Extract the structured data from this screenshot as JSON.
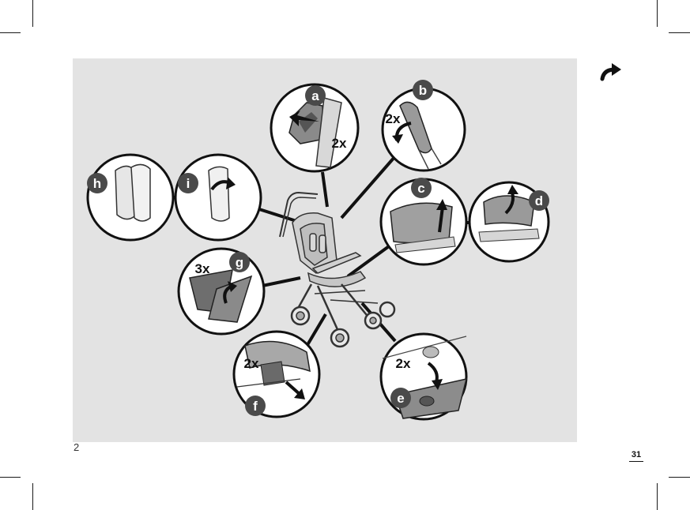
{
  "figure": {
    "number": "2"
  },
  "page": {
    "number": "31"
  },
  "next_page_icon": "curved-right-arrow-icon",
  "steps": [
    {
      "id": "a",
      "label": "a",
      "count": "2x"
    },
    {
      "id": "b",
      "label": "b",
      "count": "2x"
    },
    {
      "id": "c",
      "label": "c"
    },
    {
      "id": "d",
      "label": "d"
    },
    {
      "id": "e",
      "label": "e",
      "count": "2x"
    },
    {
      "id": "f",
      "label": "f",
      "count": "2x"
    },
    {
      "id": "g",
      "label": "g",
      "count": "3x"
    },
    {
      "id": "h",
      "label": "h"
    },
    {
      "id": "i",
      "label": "i"
    }
  ],
  "colors": {
    "panel": "#e3e3e3",
    "badge": "#4a4a4a",
    "line": "#111111"
  }
}
